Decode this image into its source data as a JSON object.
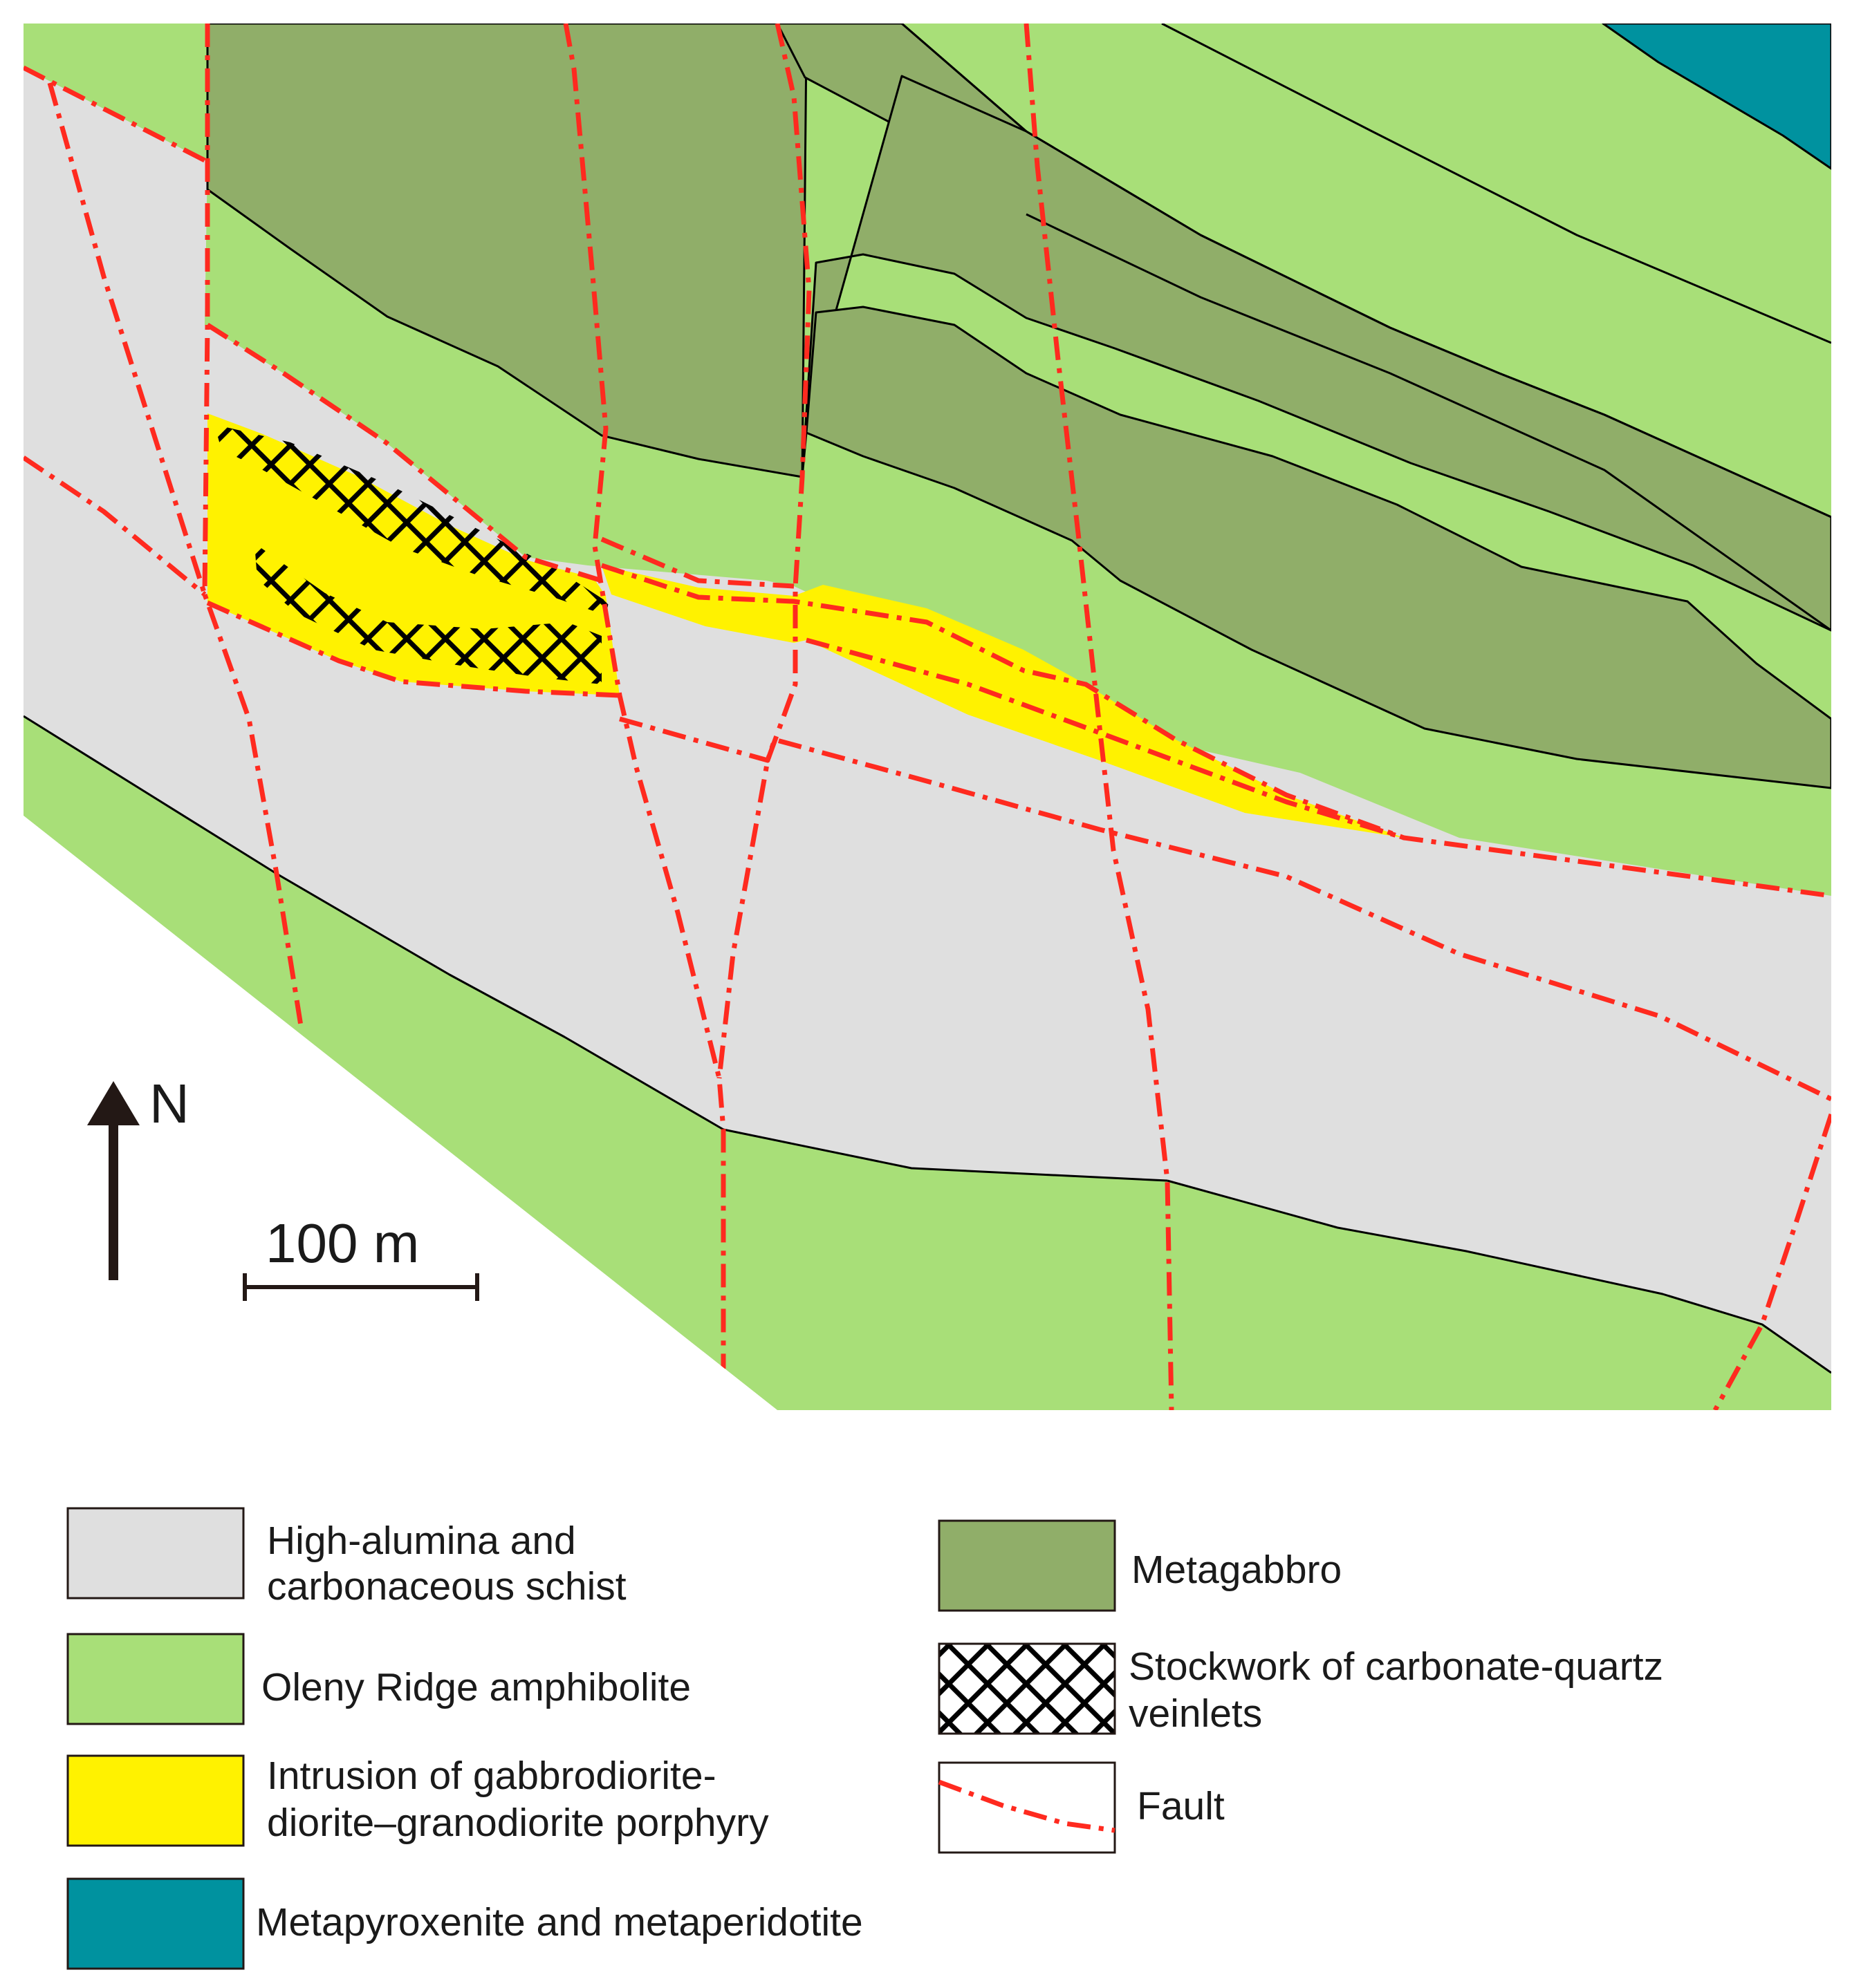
{
  "north_arrow": {
    "label": "N"
  },
  "scale_bar": {
    "label": "100 m"
  },
  "legend": {
    "schist": {
      "line1": "High-alumina and",
      "line2": "carbonaceous schist",
      "color": "#dfdfdf"
    },
    "amphibolite": {
      "line1": "Oleny Ridge amphibolite",
      "color": "#a8df78"
    },
    "intrusion": {
      "line1": "Intrusion of gabbrodiorite-",
      "line2": "diorite–granodiorite porphyry",
      "color": "#fff200"
    },
    "metapyroxenite": {
      "line1": "Metapyroxenite and metaperidotite",
      "color": "#00929f"
    },
    "metagabbro": {
      "line1": "Metagabbro",
      "color": "#90ae69"
    },
    "stockwork": {
      "line1": "Stockwork of carbonate-quartz",
      "line2": "veinlets",
      "color": "#000000"
    },
    "fault": {
      "line1": "Fault",
      "color": "#ff2a1f"
    }
  }
}
